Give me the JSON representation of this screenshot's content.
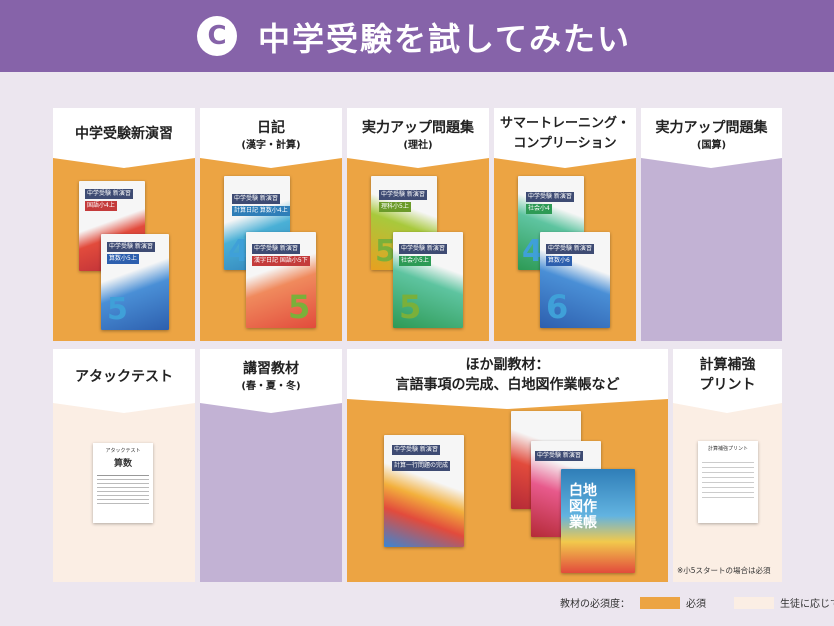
{
  "header": {
    "badge": "C",
    "title": "中学受験を試してみたい"
  },
  "row1": [
    {
      "main": "中学受験新演習",
      "sub": "",
      "status": "required"
    },
    {
      "main": "日記",
      "sub": "(漢字・計算)",
      "status": "required"
    },
    {
      "main": "実力アップ問題集",
      "sub": "(理社)",
      "status": "required"
    },
    {
      "main": "サマートレーニング・",
      "main2": "コンプリーション",
      "sub": "",
      "status": "required"
    },
    {
      "main": "実力アップ問題集",
      "sub": "(国算)",
      "status": "none"
    }
  ],
  "row2": [
    {
      "main": "アタックテスト",
      "sub": "",
      "status": "as-needed"
    },
    {
      "main": "講習教材",
      "sub": "(春・夏・冬)",
      "status": "none"
    },
    {
      "main": "ほか副教材：",
      "main2": "言語事項の完成、白地図作業帳など",
      "sub": "",
      "status": "required"
    },
    {
      "main": "計算補強",
      "main2": "プリント",
      "sub": "",
      "status": "as-needed"
    }
  ],
  "books": {
    "b1": {
      "label": "中学受験 新演習",
      "title": "国語小4上"
    },
    "b2": {
      "label": "中学受験 新演習",
      "title": "算数小5上",
      "num": "5"
    },
    "b3": {
      "label": "中学受験 新演習",
      "title": "計算日記 算数小4上",
      "num": "4"
    },
    "b4": {
      "label": "中学受験 新演習",
      "title": "漢字日記 国語小5下",
      "num": "5"
    },
    "b5": {
      "label": "中学受験 新演習",
      "title": "理科小5上",
      "num": "5"
    },
    "b6": {
      "label": "中学受験 新演習",
      "title": "社会小5上",
      "num": "5"
    },
    "b7": {
      "label": "中学受験 新演習",
      "title": "社会小4",
      "num": "4"
    },
    "b8": {
      "label": "中学受験 新演習",
      "title": "算数小6",
      "num": "6"
    },
    "b9": {
      "label": "中学受験 新演習",
      "title": "計算一行問題の完成"
    },
    "b10": {
      "label": "中学受験 新演習",
      "title": "白地図作業帳"
    },
    "attack": {
      "line1": "アタックテスト",
      "line2": "算数"
    },
    "keisan": {
      "line1": "計算補強プリント"
    }
  },
  "note": "※小5スタートの場合は必須",
  "legend": {
    "label": "教材の必須度：",
    "required": "必須",
    "as_needed": "生徒に応じて"
  },
  "colors": {
    "header": "#8663a9",
    "required": "#eca443",
    "as_needed": "#fbeee4",
    "none": "#c2b2d4",
    "background": "#ece6ef"
  }
}
